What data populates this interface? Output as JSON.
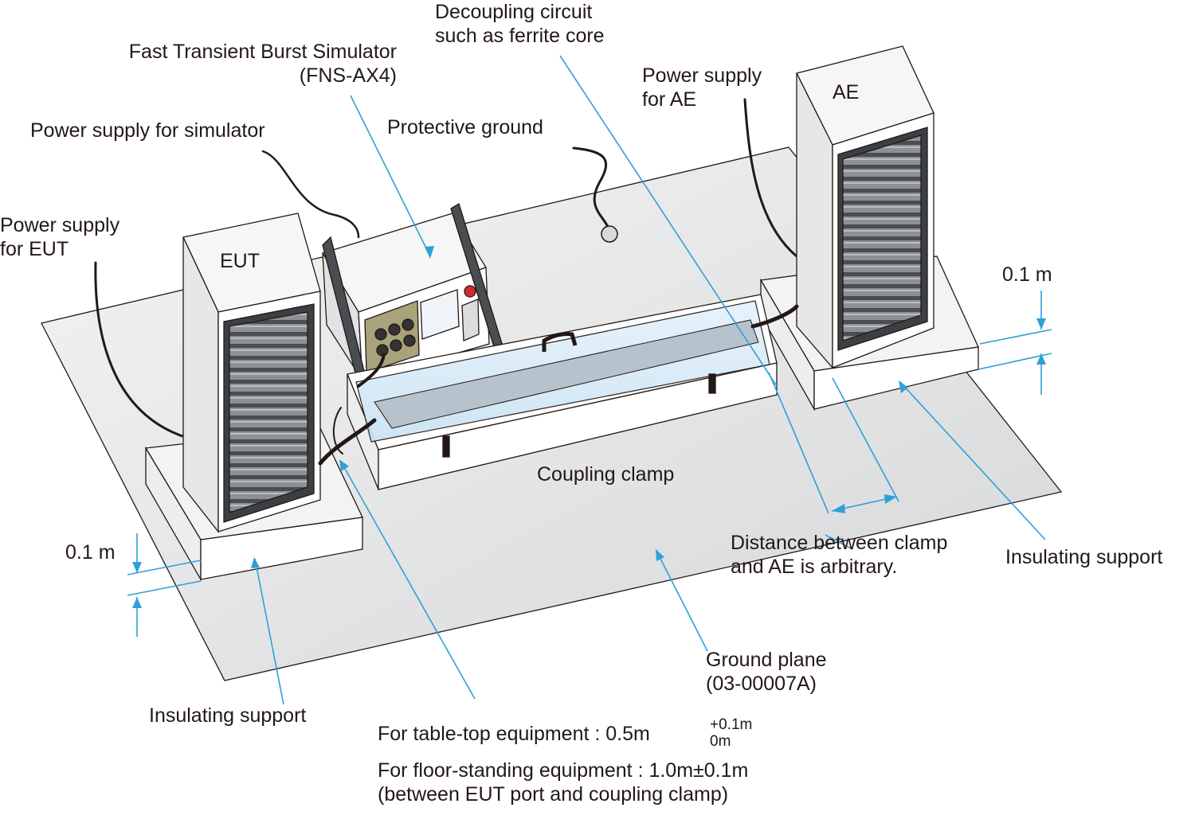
{
  "labels": {
    "decoupling": [
      "Decoupling circuit",
      "such as ferrite core"
    ],
    "simulator": [
      "Fast Transient Burst Simulator",
      "(FNS-AX4)"
    ],
    "power_supply_ae": [
      "Power supply",
      "for AE"
    ],
    "ae": "AE",
    "power_supply_simulator": "Power supply for simulator",
    "protective_ground": "Protective ground",
    "power_supply_eut": [
      "Power supply",
      "for EUT"
    ],
    "eut": "EUT",
    "height_right": "0.1 m",
    "height_left": "0.1 m",
    "coupling_clamp": "Coupling clamp",
    "distance": [
      "Distance between clamp",
      "and AE is arbitrary."
    ],
    "insulating_support_right": "Insulating support",
    "insulating_support_left": "Insulating support",
    "ground_plane": [
      "Ground plane",
      "(03-00007A)"
    ],
    "tabletop": {
      "text": "For table-top equipment : 0.5m",
      "tol_plus": "+0.1m",
      "tol_minus": "0m"
    },
    "floor_standing": [
      "For floor-standing equipment : 1.0m±0.1m",
      "(between EUT port and coupling clamp)"
    ]
  },
  "colors": {
    "leader": "#2fa0d8",
    "outline": "#231815",
    "plane": "#e3e4e5",
    "clamp_glass": "#d4e9f7"
  }
}
